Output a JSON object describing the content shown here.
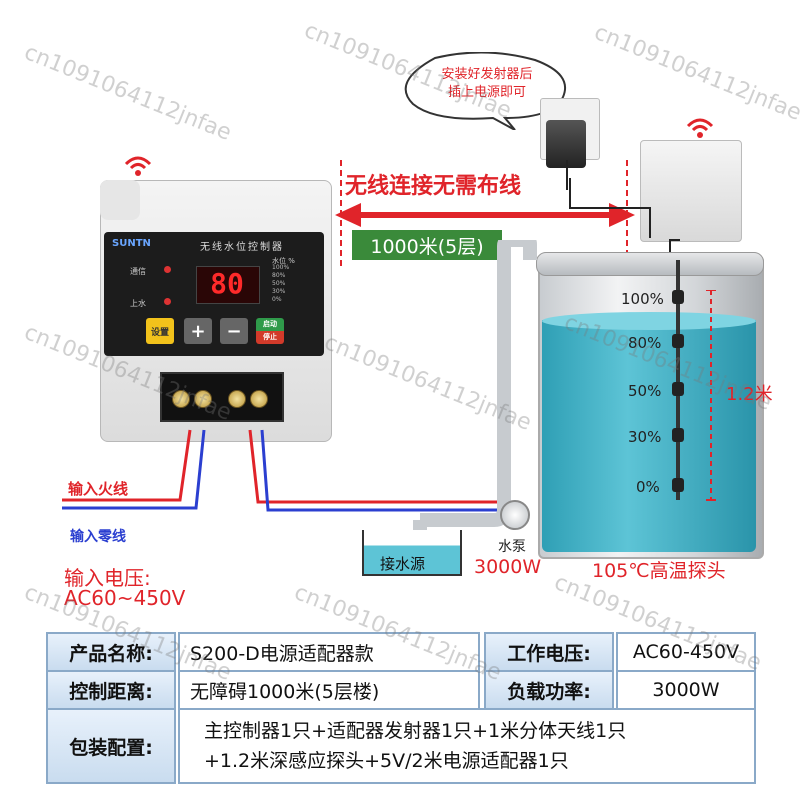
{
  "watermark": "cn1091064112jnfae",
  "bubble_lines": [
    "安装好发射器后",
    "插上电源即可"
  ],
  "wireless_label": "无线连接无需布线",
  "distance_badge": "1000米(5层)",
  "device": {
    "brand": "SUNTN",
    "title": "无线水位控制器",
    "signal_label": "通信",
    "pump_label": "上水",
    "display": "80",
    "level_header": "水位 %",
    "level_rows": [
      "100%",
      "80%",
      "50%",
      "30%",
      "0%"
    ],
    "set_label": "设置",
    "plus": "+",
    "minus": "−",
    "start_label": "启动",
    "stop_label": "停止"
  },
  "wires": {
    "fire": "输入火线",
    "neutral": "输入零线",
    "voltage_title": "输入电压:",
    "voltage_value": "AC60~450V"
  },
  "tank_levels": [
    "100%",
    "80%",
    "50%",
    "30%",
    "0%"
  ],
  "probe_length": "1.2米",
  "pump": {
    "label": "水泵",
    "power": "3000W"
  },
  "source_label": "接水源",
  "probe_label": "105℃高温探头",
  "table": {
    "r1": {
      "h1": "产品名称:",
      "v1": "S200-D电源适配器款",
      "h2": "工作电压:",
      "v2": "AC60-450V"
    },
    "r2": {
      "h1": "控制距离:",
      "v1": "无障碍1000米(5层楼)",
      "h2": "负载功率:",
      "v2": "3000W"
    },
    "r3": {
      "h": "包装配置:",
      "line1": "主控制器1只+适配器发射器1只+1米分体天线1只",
      "line2": "+1.2米深感应探头+5V/2米电源适配器1只"
    }
  },
  "colors": {
    "red": "#e0242a",
    "blue": "#2b3fd0",
    "water": "#3fb2c7",
    "green": "#3a8a3a"
  }
}
